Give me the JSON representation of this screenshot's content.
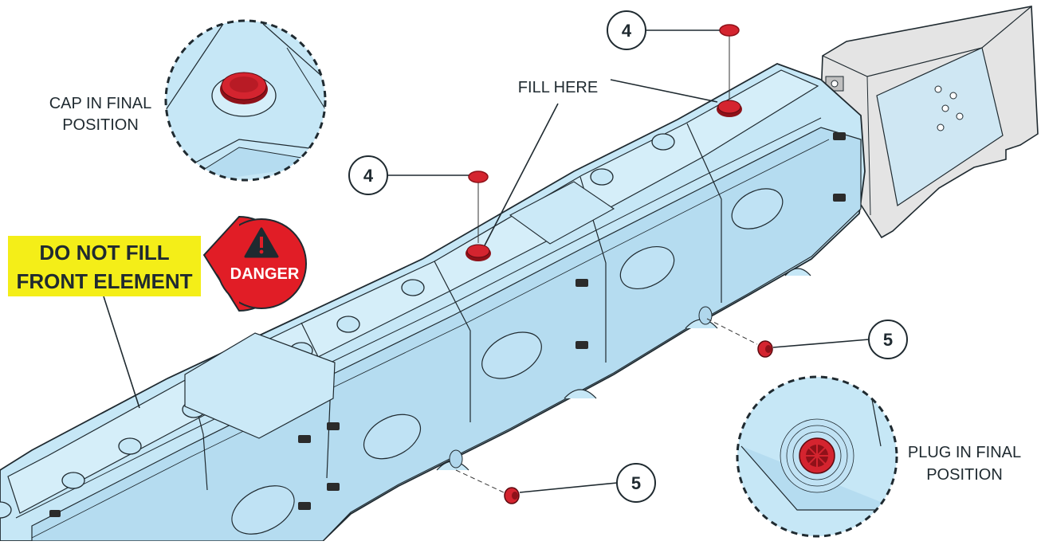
{
  "callouts": {
    "cap_final": [
      "CAP IN FINAL",
      "POSITION"
    ],
    "fill_here": "FILL HERE",
    "plug_final": [
      "PLUG IN FINAL",
      "POSITION"
    ],
    "warning": [
      "DO NOT FILL",
      "FRONT ELEMENT"
    ],
    "danger": "DANGER",
    "part_cap": "4",
    "part_plug": "5"
  },
  "colors": {
    "water": "#c6e7f6",
    "water_dark": "#a9d6ec",
    "water_shadow": "#93c6e0",
    "outline": "#1f2a30",
    "cap_red": "#d4242f",
    "cap_red_dark": "#8f1119",
    "warning_yellow": "#f4ee18",
    "danger_red": "#e11d26",
    "end_gray": "#e4e4e4"
  },
  "icons": [
    "warning-triangle-icon"
  ]
}
